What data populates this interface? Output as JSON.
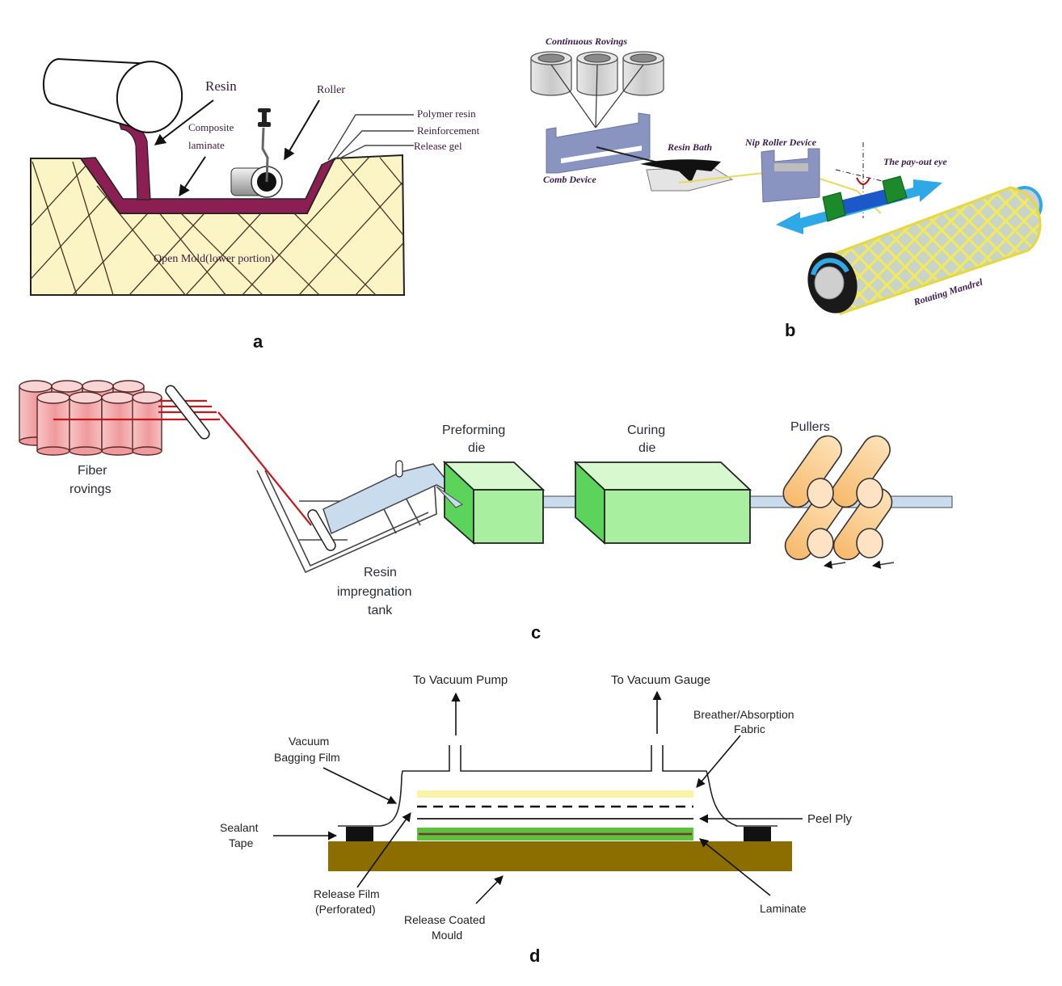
{
  "figure": {
    "panels": [
      {
        "id": "a",
        "letter": "a",
        "title": "Hand lay-up (open mold)",
        "labels": {
          "resin": "Resin",
          "roller": "Roller",
          "composite_laminate_line1": "Composite",
          "composite_laminate_line2": "laminate",
          "polymer_resin": "Polymer resin",
          "reinforcement": "Reinforcement",
          "release_gel": "Release gel",
          "open_mold": "Open Mold(lower portion)"
        }
      },
      {
        "id": "b",
        "letter": "b",
        "title": "Filament winding",
        "labels": {
          "continuous_rovings": "Continuous Rovings",
          "comb_device": "Comb Device",
          "resin_bath": "Resin Bath",
          "nip_roller_device": "Nip Roller Device",
          "payout_eye": "The pay-out eye",
          "rotating_mandrel": "Rotating Mandrel"
        }
      },
      {
        "id": "c",
        "letter": "c",
        "title": "Pultrusion",
        "labels": {
          "fiber_rovings_line1": "Fiber",
          "fiber_rovings_line2": "rovings",
          "resin_tank_line1": "Resin",
          "resin_tank_line2": "impregnation",
          "resin_tank_line3": "tank",
          "preforming_die_line1": "Preforming",
          "preforming_die_line2": "die",
          "curing_die_line1": "Curing",
          "curing_die_line2": "die",
          "pullers": "Pullers"
        }
      },
      {
        "id": "d",
        "letter": "d",
        "title": "Vacuum bagging",
        "labels": {
          "to_vacuum_pump": "To Vacuum Pump",
          "to_vacuum_gauge": "To Vacuum Gauge",
          "vacuum_bagging_film_line1": "Vacuum",
          "vacuum_bagging_film_line2": "Bagging Film",
          "breather_line1": "Breather/Absorption",
          "breather_line2": "Fabric",
          "sealant_tape_line1": "Sealant",
          "sealant_tape_line2": "Tape",
          "peel_ply": "Peel Ply",
          "release_film_line1": "Release Film",
          "release_film_line2": "(Perforated)",
          "release_coated_mould_line1": "Release Coated",
          "release_coated_mould_line2": "Mould",
          "laminate": "Laminate"
        }
      }
    ],
    "colors": {
      "resin_purple": "#8b1e52",
      "mold_cream": "#fbf5c6",
      "comb_blue": "#8a94c0",
      "rovings_grey": "#d4d4d4",
      "roving_pink": "#f2a9aa",
      "fiber_red": "#c0191f",
      "die_green": "#a8f0a0",
      "die_green_dark": "#5cd45c",
      "puller_orange": "#f7c88a",
      "profile_blue": "#c8dcee",
      "mould_olive": "#8c6e00",
      "breather_yellow": "#fbf3a8",
      "laminate_green": "#5fbf3f",
      "arrow_cyan": "#2fa8e8",
      "mandrel_yellow": "#f0e85a"
    }
  }
}
